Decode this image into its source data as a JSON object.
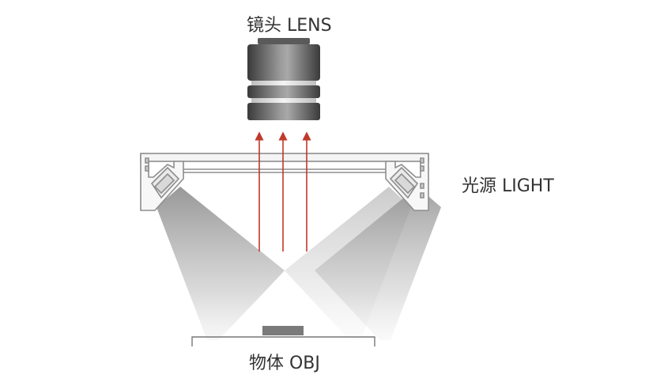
{
  "labels": {
    "lens": "镜头 LENS",
    "light": "光源 LIGHT",
    "object": "物体 OBJ"
  },
  "colors": {
    "arrow": "#c0392b",
    "housing_stroke": "#999999",
    "lens_dark": "#4a4a4a",
    "lens_light": "#d8d8d8",
    "beam": "#b0b0b0",
    "object": "#7a7a7a",
    "text": "#333333"
  },
  "icons": [
    "camera-lens-icon",
    "ring-light-icon",
    "light-beam-icon",
    "upward-arrow-icon",
    "object-icon"
  ],
  "arrows": {
    "count": 3,
    "direction": "up"
  }
}
